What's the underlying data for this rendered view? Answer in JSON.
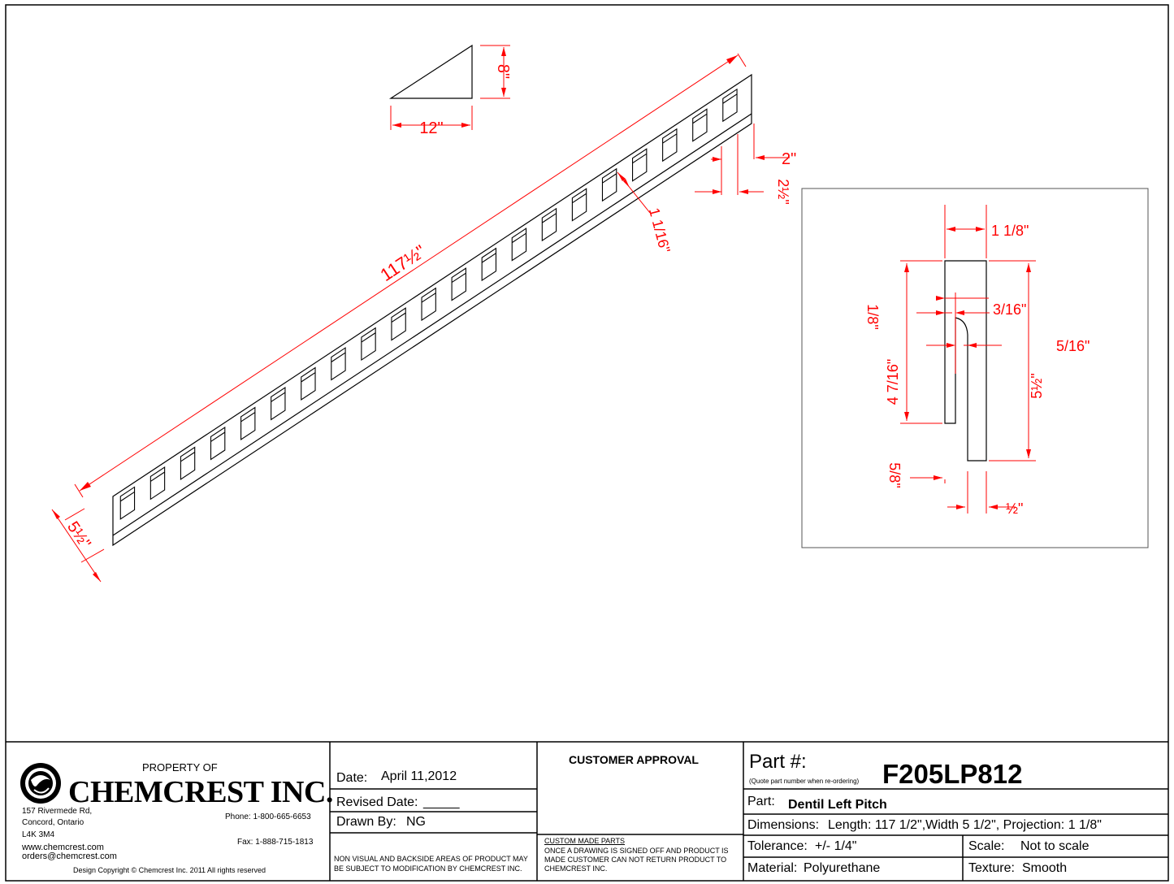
{
  "drawing": {
    "pitch_run": "12\"",
    "pitch_rise": "8\"",
    "length": "117½\"",
    "width": "5½\"",
    "dentil_gap": "2\"",
    "dentil_width": "2½\"",
    "dentil_depth": "1 1/16\"",
    "section": {
      "projection": "1 1/8\"",
      "top_step": "3/16\"",
      "lip": "1/8\"",
      "reveal": "5/16\"",
      "inner_height": "4 7/16\"",
      "total_height": "5½\"",
      "bottom_lip": "5/8\"",
      "bottom_depth": "½\""
    }
  },
  "company": {
    "property_of": "PROPERTY OF",
    "name": "CHEMCREST INC.",
    "address1": "157 Rivermede Rd,",
    "address2": "Concord, Ontario",
    "postal": "L4K 3M4",
    "web": "www.chemcrest.com",
    "email": "orders@chemcrest.com",
    "phone": "Phone:  1-800-665-6653",
    "fax": "Fax:  1-888-715-1813",
    "copyright": "Design Copyright © Chemcrest Inc. 2011 All rights reserved"
  },
  "dates": {
    "date_label": "Date:",
    "date": "April 11,2012",
    "revised_label": "Revised Date:",
    "revised": "_____",
    "drawn_label": "Drawn By:",
    "drawn": "NG",
    "note": [
      "NON VISUAL AND BACKSIDE AREAS OF PRODUCT MAY",
      "BE SUBJECT TO MODIFICATION BY CHEMCREST INC."
    ]
  },
  "approval": {
    "title": "CUSTOMER APPROVAL",
    "custom_title": "CUSTOM MADE PARTS",
    "custom_lines": [
      "ONCE A DRAWING IS SIGNED OFF AND PRODUCT IS",
      "MADE CUSTOMER CAN NOT RETURN PRODUCT TO",
      "CHEMCREST INC."
    ]
  },
  "part": {
    "label": "Part #:",
    "quote_note": "(Quote part number when re-ordering)",
    "number": "F205LP812",
    "name_label": "Part:",
    "name": "Dentil Left Pitch",
    "dimensions_label": "Dimensions:",
    "dimensions": "Length: 117 1/2\",Width 5 1/2\", Projection: 1 1/8\"",
    "tolerance_label": "Tolerance:",
    "tolerance": "+/- 1/4\"",
    "scale_label": "Scale:",
    "scale": "Not to scale",
    "material_label": "Material:",
    "material": "Polyurethane",
    "texture_label": "Texture:",
    "texture": "Smooth"
  },
  "colors": {
    "dimension": "#ff0000",
    "line": "#000000"
  }
}
